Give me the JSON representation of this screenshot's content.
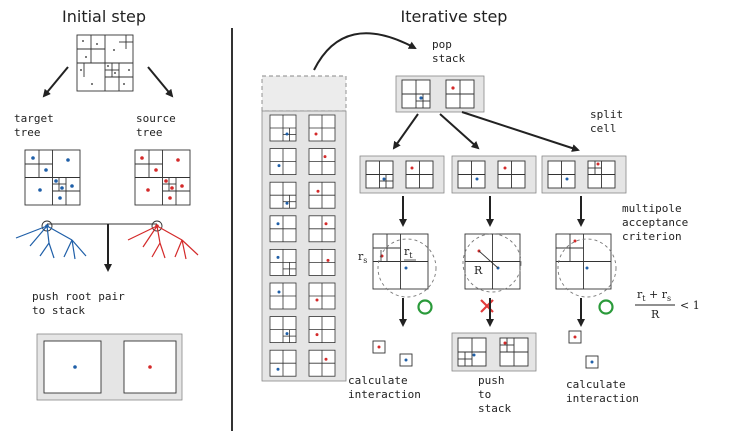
{
  "headings": {
    "initial_step": "Initial step",
    "iterative_step": "Iterative step"
  },
  "labels": {
    "target_tree_line1": "target",
    "target_tree_line2": "tree",
    "source_tree_line1": "source",
    "source_tree_line2": "tree",
    "push_root_line1": "push root pair",
    "push_root_line2": "to stack",
    "pop_stack_line1": "pop",
    "pop_stack_line2": "stack",
    "split_cell_line1": "split",
    "split_cell_line2": "cell",
    "mac_line1": "multipole",
    "mac_line2": "acceptance",
    "mac_line3": "criterion",
    "calc_left_line1": "calculate",
    "calc_left_line2": "interaction",
    "push_to_stack_line1": "push",
    "push_to_stack_line2": "to",
    "push_to_stack_line3": "stack",
    "calc_right_line1": "calculate",
    "calc_right_line2": "interaction"
  },
  "math": {
    "r_s": "r",
    "r_s_sub": "s",
    "r_t": "r",
    "r_t_sub": "t",
    "R": "R",
    "numerator": "r",
    "numerator_sub1": "t",
    "plus": " + r",
    "numerator_sub2": "s",
    "denominator": "R",
    "less_than_one": "< 1"
  },
  "symbols": {
    "accept_left": "check-circle-icon",
    "reject_middle": "cross-icon",
    "accept_right": "check-circle-icon"
  },
  "colors": {
    "target": "#1f5fa8",
    "source": "#d42a2a",
    "accept": "#2a9a3a",
    "reject": "#e23b3b",
    "stack_fill": "#e5e5e5"
  }
}
